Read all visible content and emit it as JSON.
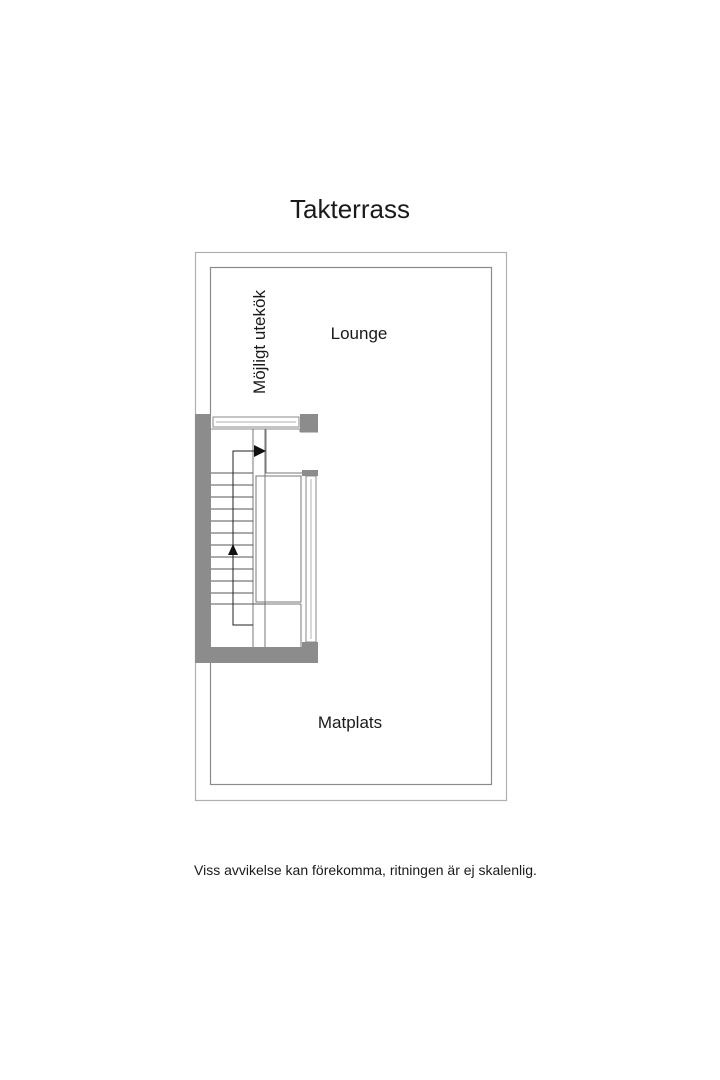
{
  "title": "Takterrass",
  "rooms": [
    {
      "name": "Lounge"
    },
    {
      "name": "Möjligt utekök",
      "orientation": "vertical"
    },
    {
      "name": "Matplats"
    }
  ],
  "stairs": {
    "steps": 11,
    "direction": "up"
  },
  "colors": {
    "wall": "#8c8c8c",
    "outline": "#a0a0a0",
    "line": "#555555"
  },
  "disclaimer": "Viss avvikelse kan förekomma, ritningen är ej skalenlig."
}
